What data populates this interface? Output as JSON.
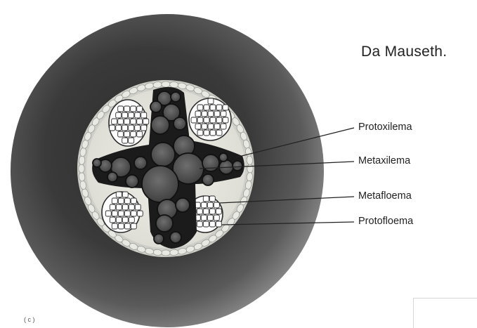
{
  "credit": "Da Mauseth.",
  "panel_tag": "( c )",
  "labels": {
    "protoxilema": "Protoxilema",
    "metaxilema": "Metaxilema",
    "metafloema": "Metafloema",
    "protofloema": "Protofloema"
  },
  "colors": {
    "cortex_dark": "#2e2e2e",
    "cortex_light": "#7a7a7a",
    "endodermis": "#cfcfcf",
    "stele": "#e6e6df",
    "xylem_wall": "#1b1b1b",
    "xylem_lumen": "#5e5e5e",
    "phloem": "#ffffff",
    "line": "#222222"
  }
}
